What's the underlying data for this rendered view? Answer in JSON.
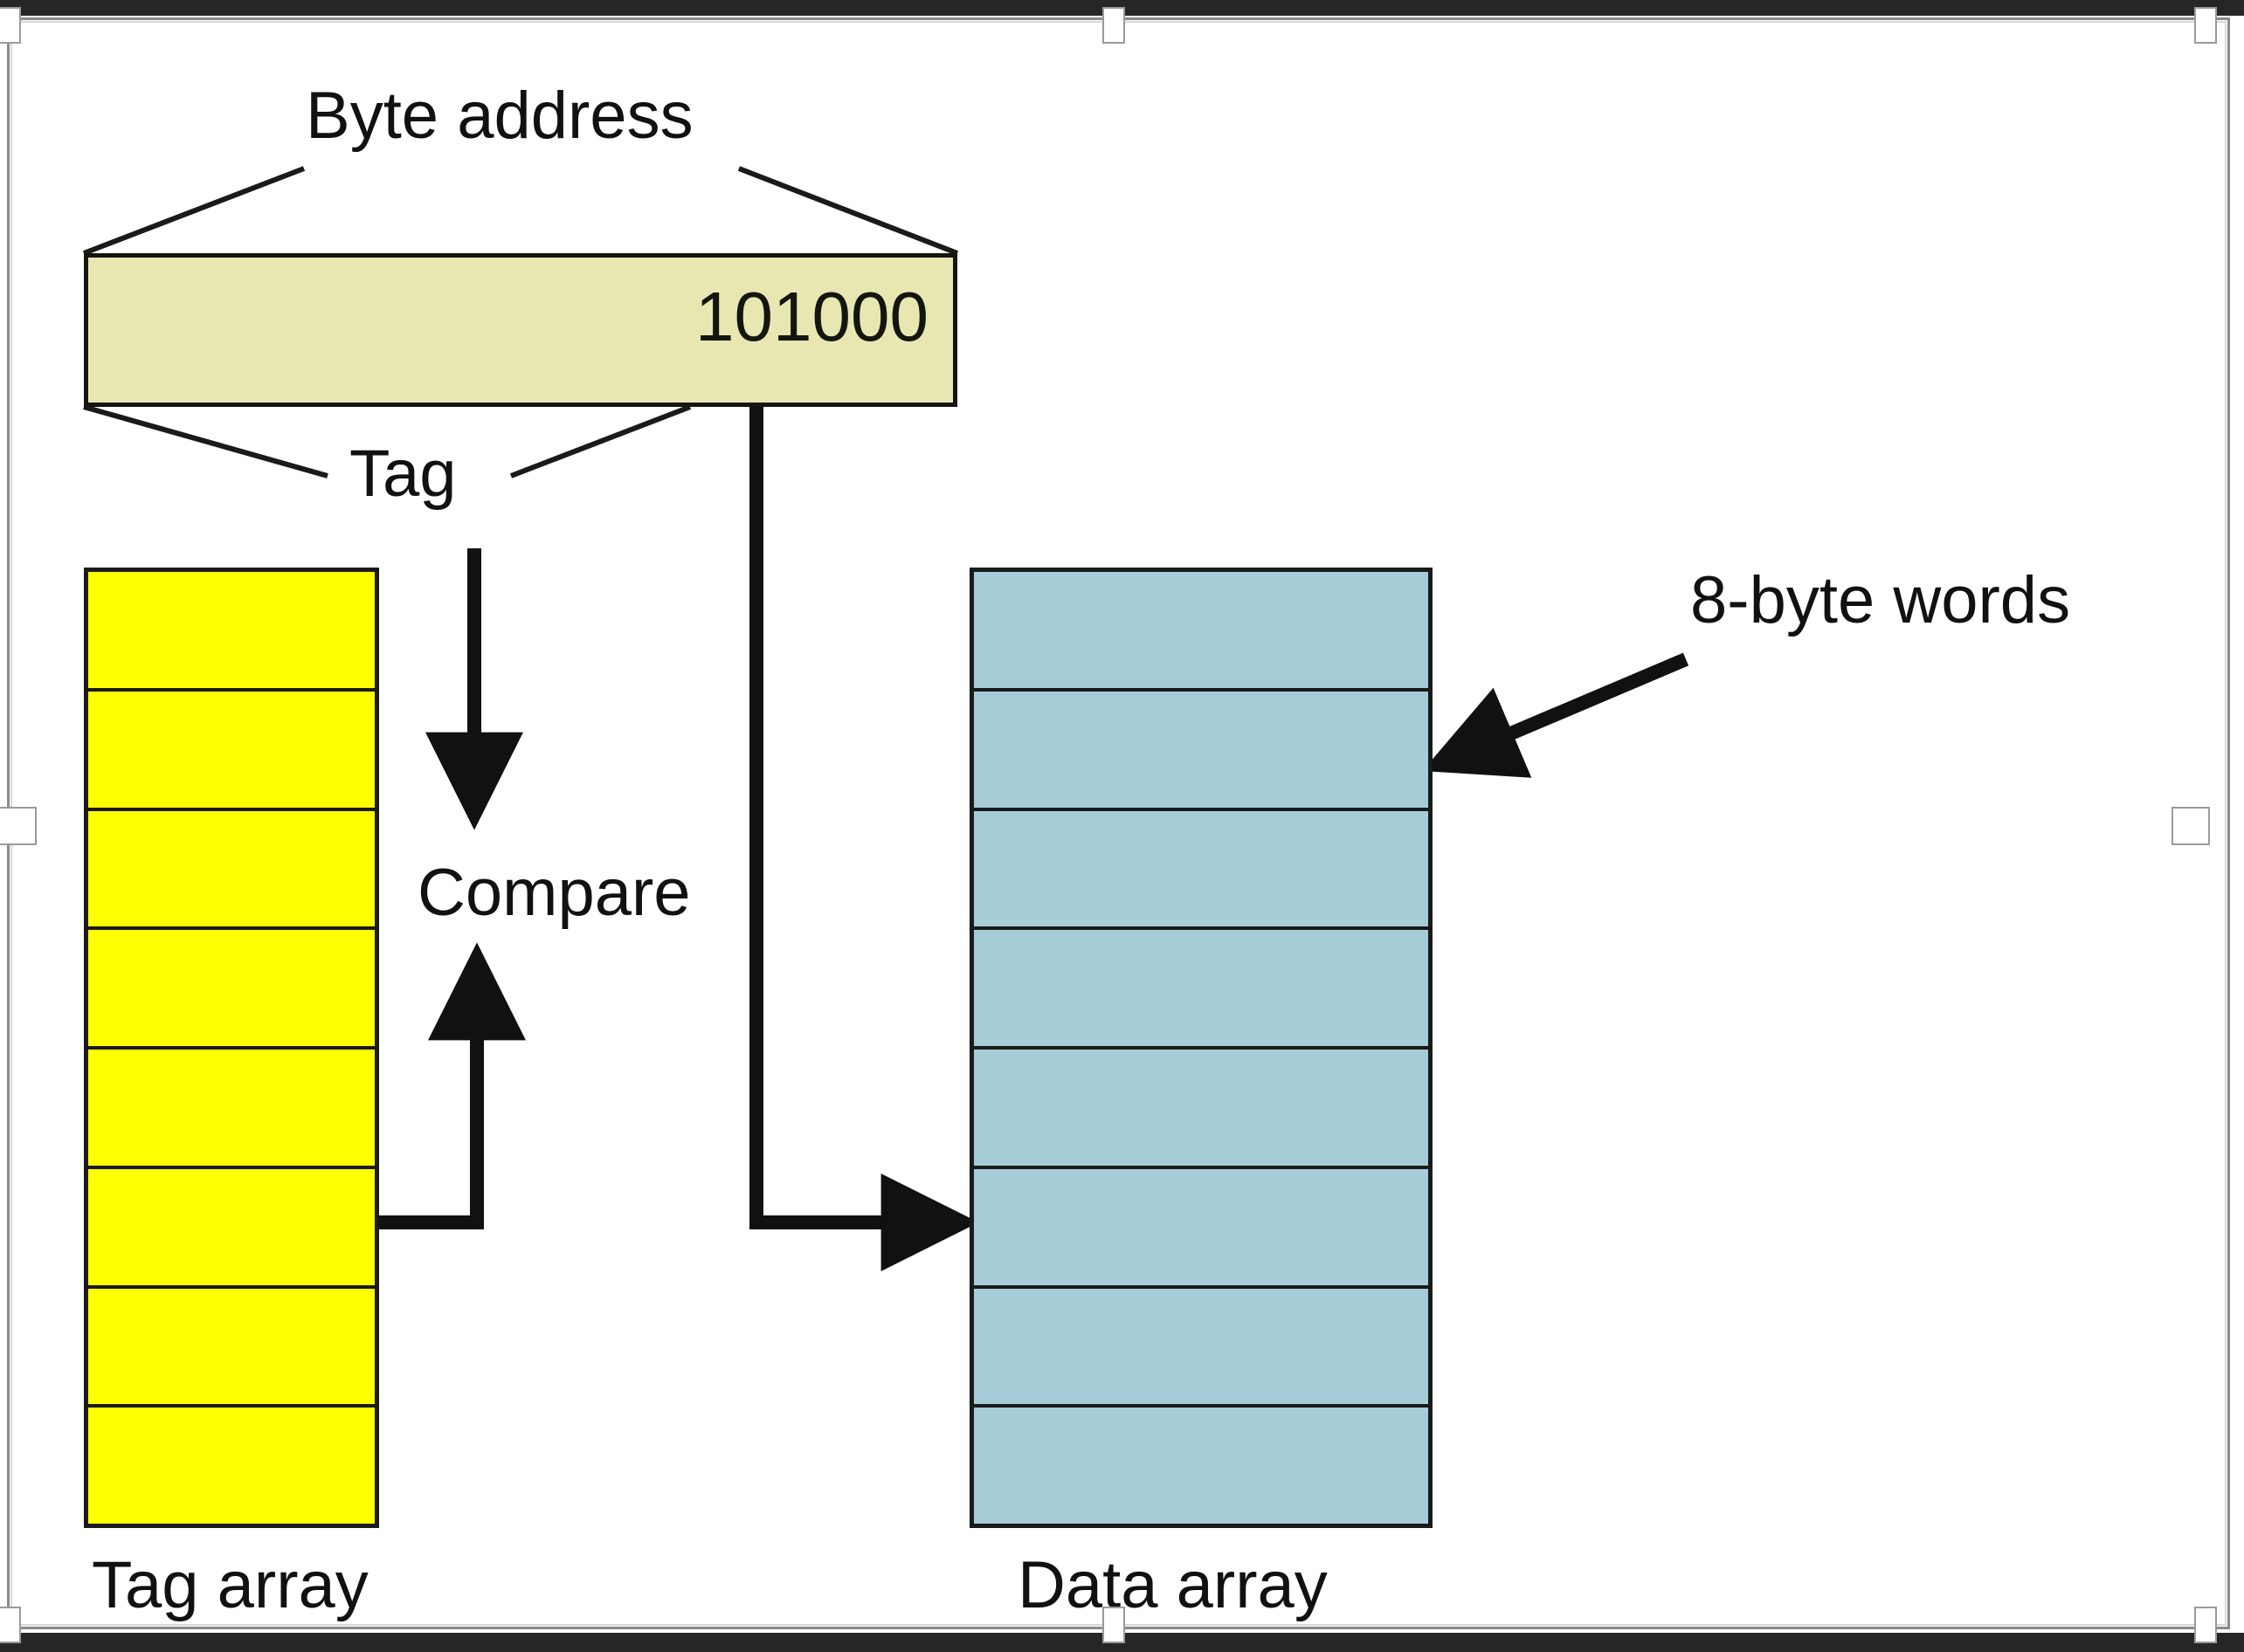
{
  "diagram": {
    "title_label": "Byte address",
    "tag_label": "Tag",
    "compare_label": "Compare",
    "eight_byte_words_label": "8-byte words",
    "tag_array_label": "Tag array",
    "data_array_label": "Data array",
    "address_value": "101000",
    "tag_array": {
      "cell_count": 8,
      "color": "#ffff00",
      "cells": [
        "",
        "",
        "",
        "",
        "",
        "",
        "",
        ""
      ]
    },
    "data_array": {
      "cell_count": 8,
      "color": "#a6ccd8",
      "cells": [
        "",
        "",
        "",
        "",
        "",
        "",
        "",
        ""
      ]
    },
    "address_box": {
      "fill_color": "#e8e7b2",
      "border_color": "#151510"
    },
    "connectors": [
      {
        "name": "tag-to-compare",
        "from": "tag-field",
        "to": "compare",
        "direction": "down"
      },
      {
        "name": "tagarray-to-compare",
        "from": "tag-array-row-6",
        "to": "compare",
        "direction": "up"
      },
      {
        "name": "index-to-dataarray",
        "from": "address-index",
        "to": "data-array-row-6",
        "direction": "right"
      },
      {
        "name": "words-callout",
        "from": "8-byte-words-label",
        "to": "data-array-row-2",
        "direction": "left-down"
      }
    ]
  },
  "editor": {
    "selection_handles": 8,
    "handle_color": "#ffffff"
  }
}
